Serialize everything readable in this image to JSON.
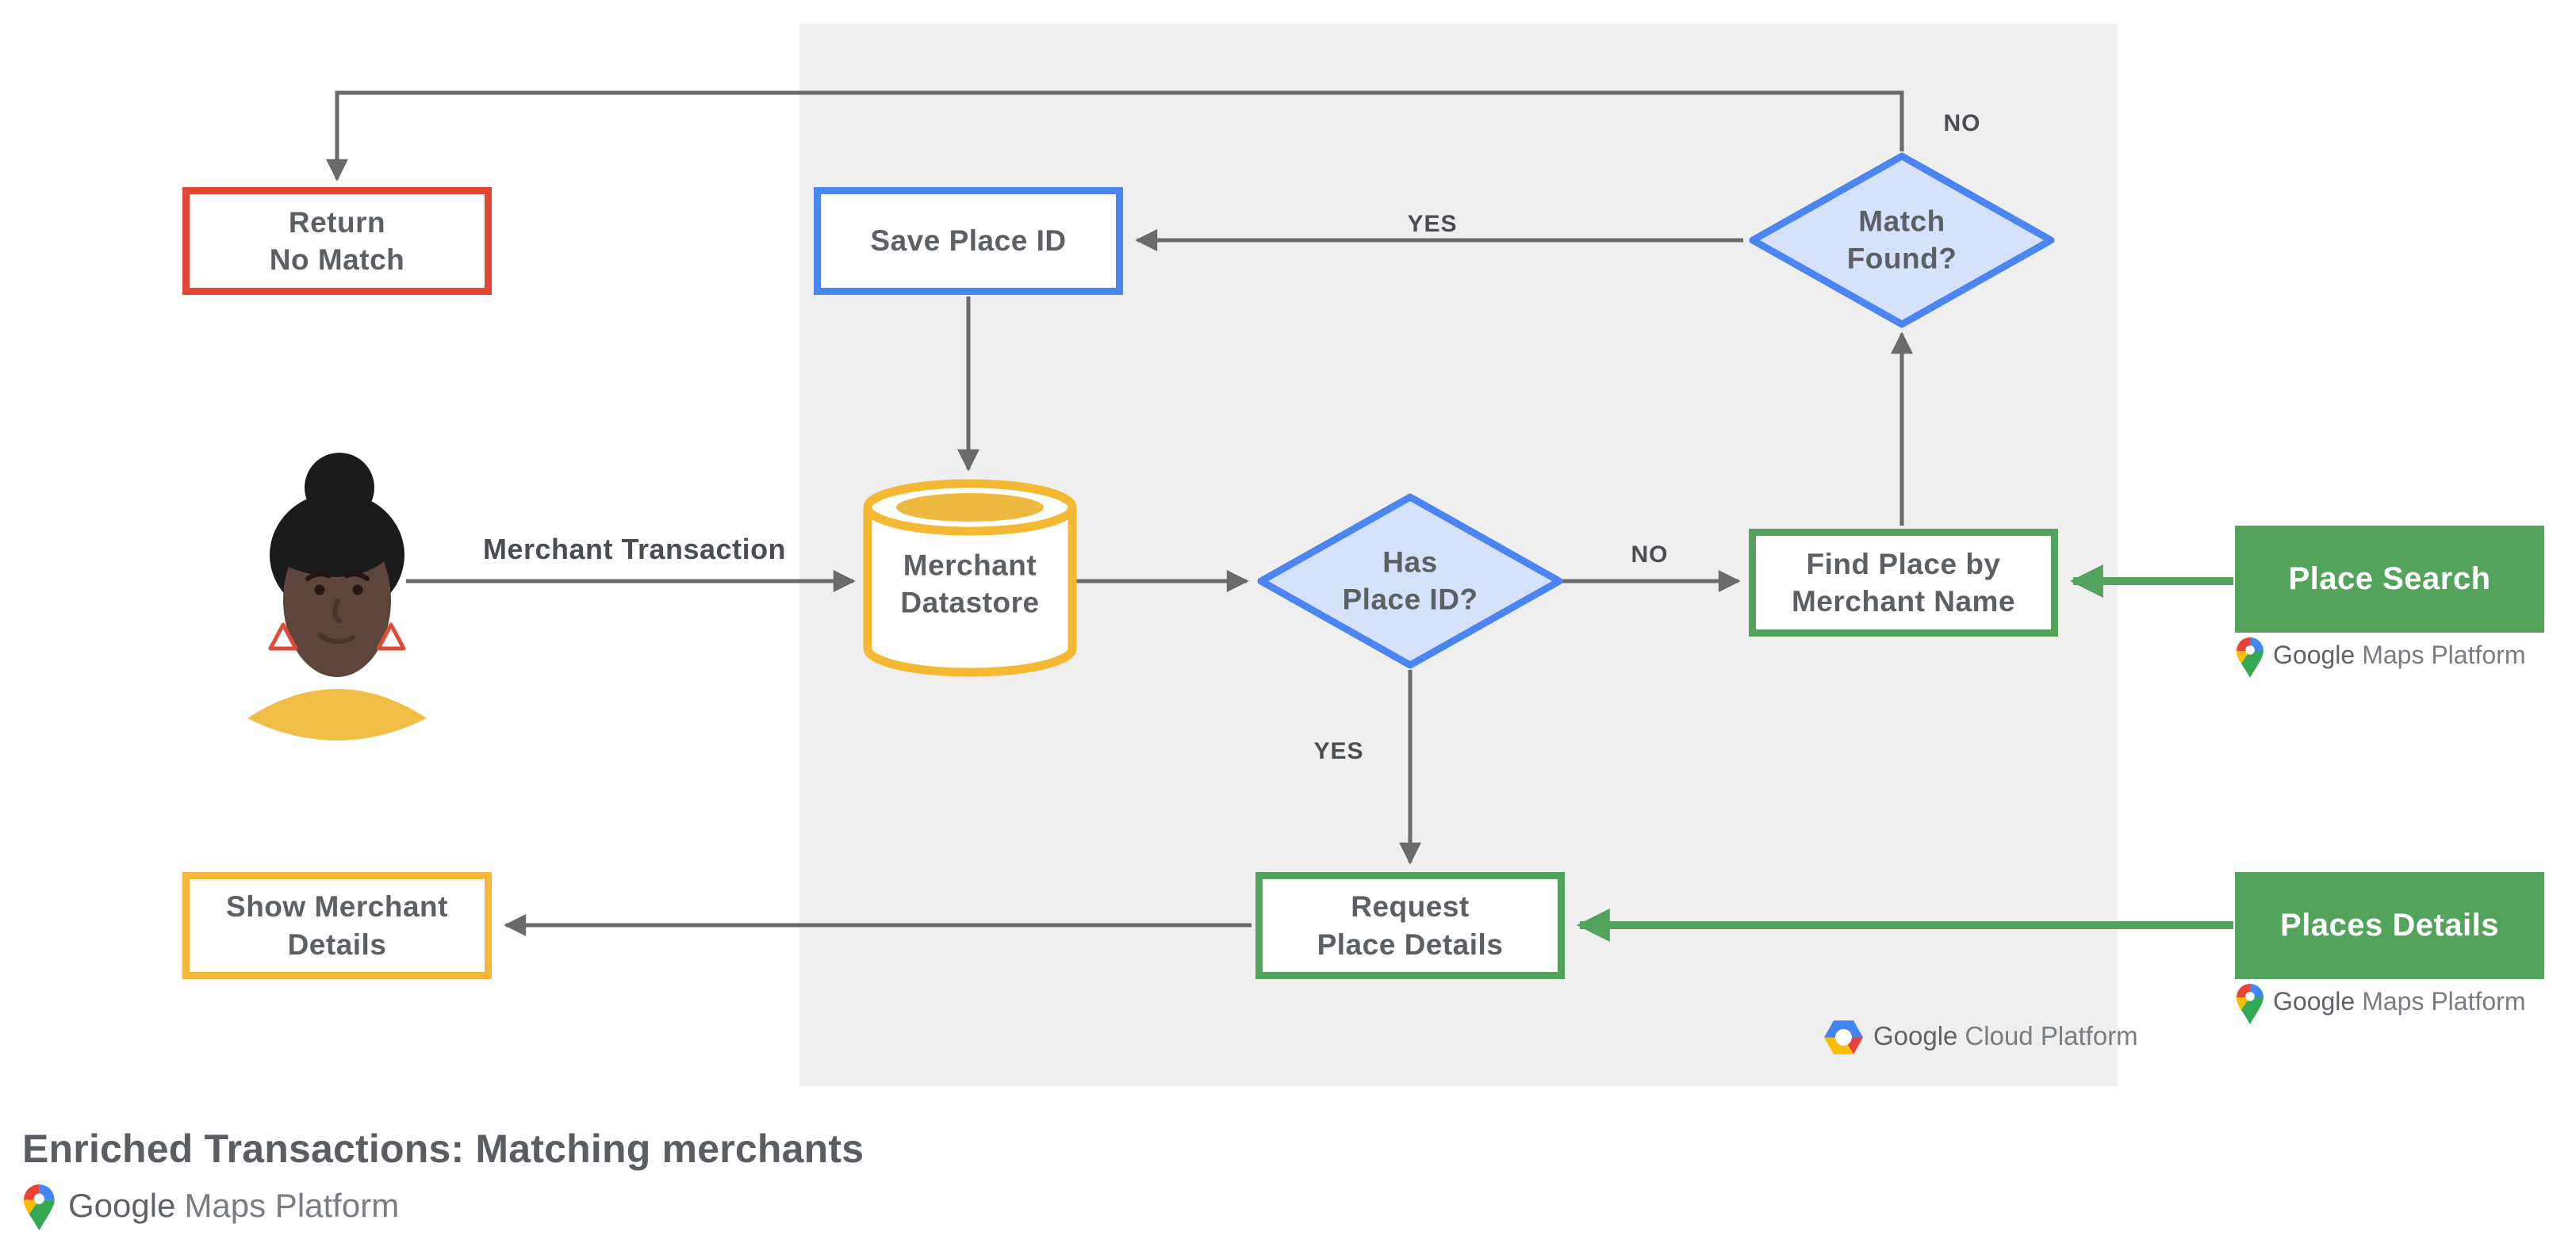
{
  "title": "Enriched Transactions: Matching merchants",
  "colors": {
    "panel_background": "#EFEFEF",
    "arrow_gray": "#6A6A6A",
    "arrow_green": "#53A35D",
    "node_border_red": "#E34734",
    "node_border_blue": "#4A85F2",
    "node_border_green": "#53A35D",
    "node_border_yellow": "#F3B83C",
    "diamond_fill": "#D6E2FB",
    "diamond_border": "#4A85F2",
    "cylinder_yellow": "#F5B832",
    "api_box_fill": "#53A35D",
    "node_text": "#5C6064"
  },
  "nodes": {
    "return_no_match": {
      "line1": "Return",
      "line2": "No Match"
    },
    "save_place_id": {
      "label": "Save Place ID"
    },
    "match_found": {
      "line1": "Match",
      "line2": "Found?"
    },
    "merchant_datastore": {
      "line1": "Merchant",
      "line2": "Datastore"
    },
    "has_place_id": {
      "line1": "Has",
      "line2": "Place ID?"
    },
    "find_place_by_merchant_name": {
      "line1": "Find Place by",
      "line2": "Merchant Name"
    },
    "place_search": {
      "label": "Place Search"
    },
    "request_place_details": {
      "line1": "Request",
      "line2": "Place Details"
    },
    "places_details": {
      "label": "Places Details"
    },
    "show_merchant_details": {
      "line1": "Show Merchant",
      "line2": "Details"
    }
  },
  "edge_labels": {
    "match_found_no": "NO",
    "match_found_yes": "YES",
    "has_place_id_no": "NO",
    "has_place_id_yes": "YES",
    "merchant_transaction": "Merchant Transaction"
  },
  "logos": {
    "google_cloud_platform": {
      "google": "Google",
      "product": "Cloud Platform"
    },
    "google_maps_platform": {
      "google": "Google",
      "product": "Maps Platform"
    }
  }
}
